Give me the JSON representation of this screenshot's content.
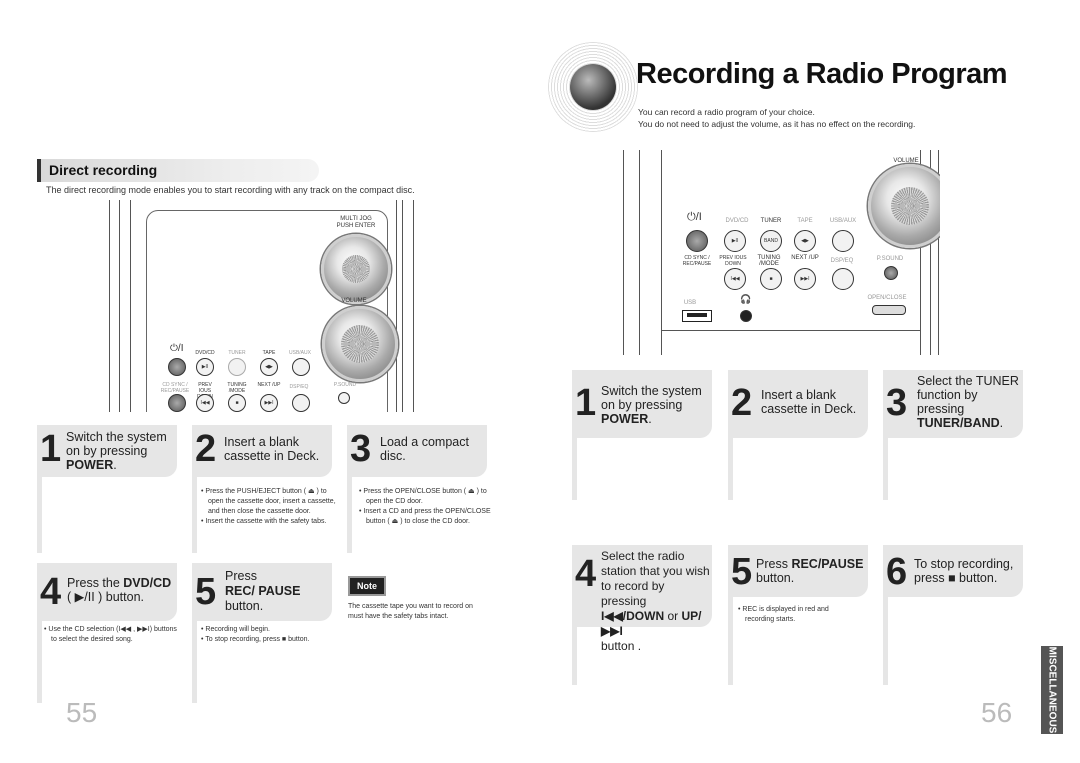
{
  "left": {
    "section_title": "Direct recording",
    "intro": "The direct recording mode enables you to start recording with any track on the compact disc.",
    "device": {
      "jog_label_1": "MULTI JOG",
      "jog_label_2": "PUSH ENTER",
      "volume": "VOLUME",
      "row1": [
        "DVD/CD",
        "TUNER",
        "TAPE",
        "USB/AUX"
      ],
      "row2": [
        "CD SYNC / REC/PAUSE",
        "PREV IOUS DOWN",
        "TUNING /MODE",
        "NEXT /UP",
        "DSP/EQ",
        "P.SOUND"
      ],
      "power": "⏻/I"
    },
    "steps": [
      {
        "num": "1",
        "pre": "Switch the system on by pressing",
        "bold": "POWER",
        "post": "."
      },
      {
        "num": "2",
        "pre": "Insert a blank cassette in Deck.",
        "bold": "",
        "post": ""
      },
      {
        "num": "3",
        "pre": "Load a compact disc.",
        "bold": "",
        "post": ""
      },
      {
        "num": "4",
        "pre": "Press the ",
        "bold": "DVD/CD",
        "post": "( ▶/II ) button."
      },
      {
        "num": "5",
        "pre": "Press",
        "bold": "REC/ PAUSE",
        "post": "button."
      }
    ],
    "bullets2": [
      "Press the PUSH/EJECT button ( ⏏ ) to open the cassette door, insert a cassette, and then close the cassette door.",
      "Insert the cassette with the safety tabs."
    ],
    "bullets3": [
      "Press the OPEN/CLOSE button ( ⏏ ) to open the CD door.",
      "Insert a CD and press the OPEN/CLOSE button ( ⏏ ) to close the CD door."
    ],
    "bullets4": [
      "Use the CD selection (I◀◀ , ▶▶I) buttons to select the desired song."
    ],
    "bullets5": [
      "Recording will begin.",
      "To stop recording, press ■ button."
    ],
    "note_label": "Note",
    "note_text": "The cassette tape you want to record on must have the safety tabs intact.",
    "page_number": "55"
  },
  "right": {
    "title": "Recording a Radio Program",
    "subtitle_1": "You can record a radio program of your choice.",
    "subtitle_2": "You do not need to adjust the volume, as it has no effect on the recording.",
    "device": {
      "volume": "VOLUME",
      "row1": [
        "DVD/CD",
        "TUNER",
        "TAPE",
        "USB/AUX"
      ],
      "band": "BAND",
      "row2": [
        "CD SYNC / REC/PAUSE",
        "PREV IOUS DOWN",
        "TUNING /MODE",
        "NEXT /UP",
        "DSP/EQ",
        "P.SOUND"
      ],
      "usb": "USB",
      "open_close": "OPEN/CLOSE",
      "power": "⏻/I"
    },
    "steps": [
      {
        "num": "1",
        "pre": "Switch the system on by pressing",
        "bold": "POWER",
        "post": "."
      },
      {
        "num": "2",
        "pre": "Insert a blank cassette in Deck.",
        "bold": "",
        "post": ""
      },
      {
        "num": "3",
        "pre": "Select the TUNER function by pressing",
        "bold": "TUNER/BAND",
        "post": "."
      },
      {
        "num": "4",
        "pre": "Select the radio station that you wish to record by pressing",
        "bold": "I◀◀/DOWN",
        "mid": " or ",
        "bold2": "UP/▶▶I",
        "post": "button ."
      },
      {
        "num": "5",
        "pre": "Press ",
        "bold": "REC/PAUSE",
        "post": "button."
      },
      {
        "num": "6",
        "pre": "To stop recording, press ■ button.",
        "bold": "",
        "post": ""
      }
    ],
    "bullets5": [
      "REC is displayed in red and recording starts."
    ],
    "side_tab": "MISCELLANEOUS",
    "page_number": "56"
  }
}
